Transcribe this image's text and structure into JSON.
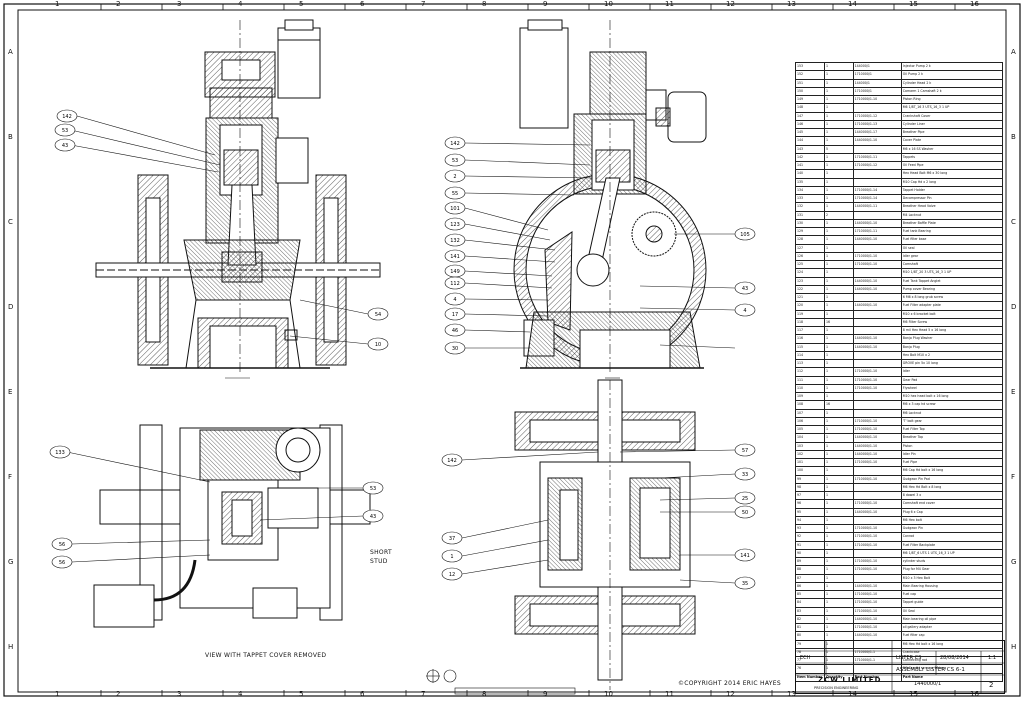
{
  "grid": {
    "top_numbers": [
      "1",
      "2",
      "3",
      "4",
      "5",
      "6",
      "7",
      "8",
      "9",
      "10",
      "11",
      "12",
      "13",
      "14",
      "15",
      "16"
    ],
    "side_letters": [
      "A",
      "B",
      "C",
      "D",
      "E",
      "F",
      "G",
      "H"
    ]
  },
  "view_notes": {
    "tappet": "VIEW WITH TAPPET COVER REMOVED",
    "short_stud": "SHORT\nSTUD",
    "copyright": "©COPYRIGHT 2014 ERIC HAYES"
  },
  "balloons": {
    "front": [
      "142",
      "53",
      "43",
      "54",
      "10"
    ],
    "side": [
      "142",
      "53",
      "2",
      "55",
      "101",
      "123",
      "132",
      "141",
      "149",
      "112",
      "4",
      "17",
      "46",
      "30",
      "105",
      "43",
      "4"
    ],
    "tappet": [
      "133",
      "53",
      "56",
      "56",
      "43"
    ],
    "bottom": [
      "142",
      "57",
      "33",
      "25",
      "50",
      "37",
      "1",
      "12",
      "141",
      "35"
    ]
  },
  "bom": {
    "headers": [
      "Item Number",
      "Quantity",
      "Part Number",
      "Part Name"
    ],
    "rows": [
      [
        "153",
        "1",
        "144000/1",
        "Injector Pump 2 k"
      ],
      [
        "152",
        "1",
        "1710000/1",
        "Oil Pump 2 k"
      ],
      [
        "151",
        "1",
        "144000/1",
        "Cylinder Head 2 k"
      ],
      [
        "150",
        "1",
        "1710000/1",
        "Camarm 1 Camshaft 2 k"
      ],
      [
        "149",
        "1",
        "1710000/1-10",
        "Piston Ring"
      ],
      [
        "148",
        "1",
        "",
        "M6 1/8T_16 3 UTS_16_3 1 UP"
      ],
      [
        "147",
        "1",
        "1710000/1-12",
        "Crankshaft Cover"
      ],
      [
        "146",
        "1",
        "1710000/1-13",
        "Cylinder Liner"
      ],
      [
        "145",
        "1",
        "1440000/1-17",
        "Breather Pipe"
      ],
      [
        "144",
        "1",
        "1440000/1-10",
        "Cover Plate"
      ],
      [
        "143",
        "5",
        "",
        "M6 x 16 SS Washer"
      ],
      [
        "142",
        "1",
        "1710000/1-11",
        "Tappets"
      ],
      [
        "141",
        "1",
        "1710000/1-12",
        "Oil Feed Pipe"
      ],
      [
        "140",
        "1",
        "",
        "Hex Head Bolt M6 x 30 long"
      ],
      [
        "135",
        "1",
        "",
        "M10 Cap Hd x 2 long"
      ],
      [
        "134",
        "1",
        "1710000/1-14",
        "Tappet Holder"
      ],
      [
        "133",
        "1",
        "1710000/1-14",
        "Decompressor Pin"
      ],
      [
        "132",
        "1",
        "1440000/1-11",
        "Breather Head Valve"
      ],
      [
        "131",
        "2",
        "",
        "M4 Locknut"
      ],
      [
        "130",
        "1",
        "1440000/1-10",
        "Breather Baffle Plate"
      ],
      [
        "129",
        "1",
        "1710000/1-11",
        "Fuel tank Bearing"
      ],
      [
        "128",
        "1",
        "1440000/1-10",
        "Fuel filter base"
      ],
      [
        "127",
        "1",
        "",
        "Oil seal"
      ],
      [
        "126",
        "1",
        "1710000/1-10",
        "Idler gear"
      ],
      [
        "125",
        "1",
        "1710000/1-10",
        "Camshaft"
      ],
      [
        "124",
        "1",
        "",
        "M10 1/8T_20 3 UTS_16_3 1 UP"
      ],
      [
        "123",
        "1",
        "1440000/1-10",
        "Fuel Tank Tappet Anglet"
      ],
      [
        "122",
        "1",
        "1440000/1-10",
        "Pump cover Bearing"
      ],
      [
        "121",
        "1",
        "",
        "6 M6 x 8 long grub screw"
      ],
      [
        "120",
        "1",
        "1440000/1-10",
        "Fuel Filter adapter plate"
      ],
      [
        "119",
        "1",
        "",
        "M10 x 6 bracket bolt"
      ],
      [
        "118",
        "16",
        "",
        "M6 Filter Screw"
      ],
      [
        "117",
        "1",
        "",
        "8 mil Hex Head 5 x 16 long"
      ],
      [
        "116",
        "1",
        "1440000/1-10",
        "Banjo Plug Washer"
      ],
      [
        "115",
        "1",
        "1440000/1-10",
        "Banjo Plug"
      ],
      [
        "114",
        "1",
        "",
        "Hex Bolt M10 x 2"
      ],
      [
        "113",
        "1",
        "",
        "GROVE pin 5x 10 long"
      ],
      [
        "112",
        "1",
        "1710000/1-10",
        "Idler"
      ],
      [
        "111",
        "1",
        "1710000/1-10",
        "Gear Pad"
      ],
      [
        "110",
        "1",
        "1710000/1-10",
        "Flywheel"
      ],
      [
        "109",
        "1",
        "",
        "M10 hex head bolt x 16 long"
      ],
      [
        "108",
        "16",
        "",
        "M6 x 3 cap hd screw"
      ],
      [
        "107",
        "1",
        "",
        "M6 Locknut"
      ],
      [
        "106",
        "1",
        "1710000/1-10",
        "'T' bolt gear"
      ],
      [
        "105",
        "1",
        "1710000/1-10",
        "Fuel Filter Top"
      ],
      [
        "104",
        "1",
        "1440000/1-10",
        "Breather Top"
      ],
      [
        "103",
        "1",
        "1440000/1-10",
        "Piston"
      ],
      [
        "102",
        "1",
        "1440000/1-10",
        "Idler Pin"
      ],
      [
        "101",
        "1",
        "1710000/1-10",
        "Fuel Pipe"
      ],
      [
        "100",
        "1",
        "",
        "M6 Cap Hd bolt x 16 long"
      ],
      [
        "99",
        "1",
        "1710000/1-10",
        "Gudgeon Pin Pad"
      ],
      [
        "98",
        "1",
        "",
        "M6 Hex Hd Bolt x 8 long"
      ],
      [
        "97",
        "1",
        "",
        "8 dowel 3 x"
      ],
      [
        "96",
        "1",
        "1710000/1-10",
        "Camshaft end cover"
      ],
      [
        "95",
        "1",
        "1440000/1-10",
        "Plug 6 x Cap"
      ],
      [
        "94",
        "1",
        "",
        "M6 Hex bolt"
      ],
      [
        "93",
        "1",
        "1710000/1-10",
        "Gudgeon Pin"
      ],
      [
        "92",
        "1",
        "1710000/1-10",
        "Conrod"
      ],
      [
        "91",
        "1",
        "1710000/1-10",
        "Fuel Filter Backplate"
      ],
      [
        "90",
        "1",
        "",
        "M6 1/8T_6 UTS 1 UTS_16_3 1 UP"
      ],
      [
        "89",
        "1",
        "1710000/1-10",
        "cylinder studs"
      ],
      [
        "88",
        "1",
        "1710000/1-10",
        "Plug for M4 Gear"
      ],
      [
        "87",
        "1",
        "",
        "M10 x 3 Hex Bolt"
      ],
      [
        "86",
        "1",
        "1440000/1-10",
        "Main Bearing Housing"
      ],
      [
        "85",
        "1",
        "1710000/1-10",
        "Fuel cap"
      ],
      [
        "84",
        "1",
        "1710000/1-10",
        "Tappet guide"
      ],
      [
        "83",
        "1",
        "1710000/1-10",
        "Oil Seal"
      ],
      [
        "82",
        "1",
        "1440000/1-10",
        "Main bearing oil pipe"
      ],
      [
        "81",
        "1",
        "1710000/1-10",
        "oil gallery adapter"
      ],
      [
        "80",
        "1",
        "1440000/1-10",
        "Fuel filter cap"
      ],
      [
        "79",
        "1",
        "",
        "M6 Hex Hd bolt x 16 long"
      ],
      [
        "78",
        "1",
        "1710000/1-1",
        "Crankcase"
      ],
      [
        "77",
        "1",
        "1710000/1-1",
        "Connecting rod"
      ],
      [
        "76",
        "1",
        "",
        "M6 Cap Hd screw x 16 long"
      ]
    ]
  },
  "title_block": {
    "company": "ZCW LIMITED",
    "subtitle": "PRECISION ENGINEERING",
    "drawing_title": "ASSEMBLY LISTER CS 6-1",
    "drawing_number": "1440000/1",
    "material": "LISTER CS",
    "date": "28/08/2014",
    "scale": "1:1",
    "sheet": "2",
    "drawn_by": "ECH"
  }
}
